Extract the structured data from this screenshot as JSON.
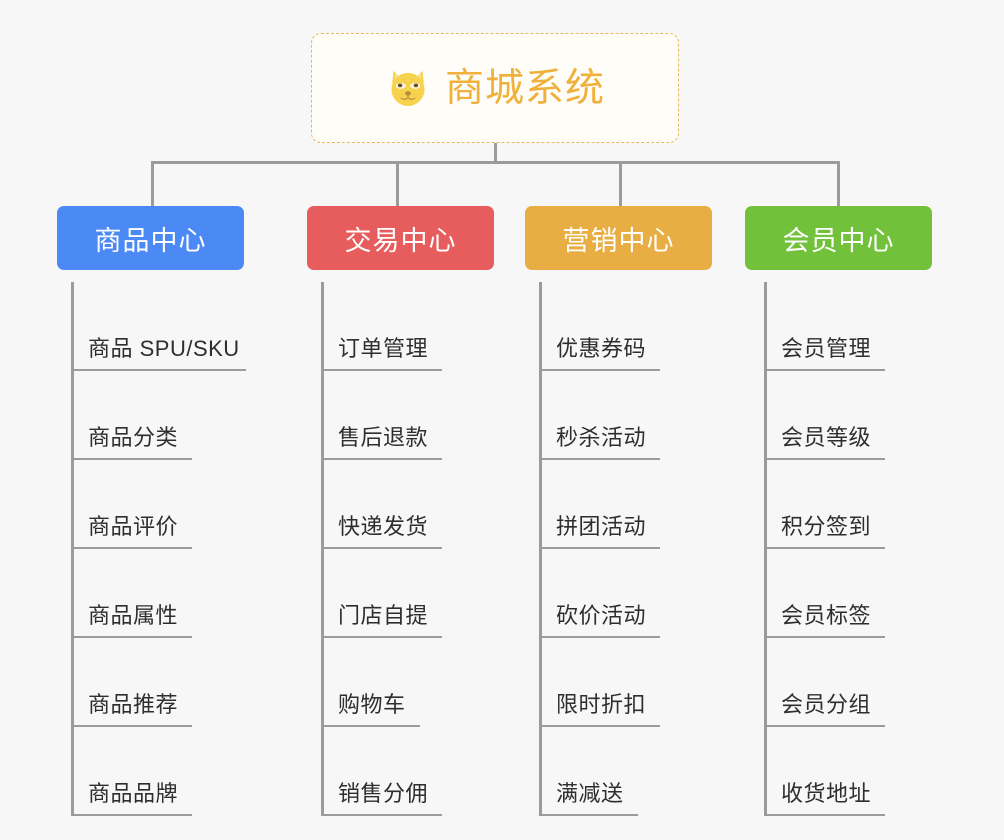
{
  "diagram": {
    "type": "mind-map",
    "background_color": "#f7f7f7",
    "connector_color": "#9b9b9b",
    "root": {
      "title": "商城系统",
      "icon": "shiba-dog-icon",
      "text_color": "#f0b03c",
      "border_color": "#e8b761",
      "background_color": "#fffdf8"
    },
    "branches": [
      {
        "label": "商品中心",
        "color": "#4b8af4",
        "items": [
          "商品 SPU/SKU",
          "商品分类",
          "商品评价",
          "商品属性",
          "商品推荐",
          "商品品牌"
        ]
      },
      {
        "label": "交易中心",
        "color": "#e75c5c",
        "items": [
          "订单管理",
          "售后退款",
          "快递发货",
          "门店自提",
          "购物车",
          "销售分佣"
        ]
      },
      {
        "label": "营销中心",
        "color": "#e9ae43",
        "items": [
          "优惠券码",
          "秒杀活动",
          "拼团活动",
          "砍价活动",
          "限时折扣",
          "满减送"
        ]
      },
      {
        "label": "会员中心",
        "color": "#72c13b",
        "items": [
          "会员管理",
          "会员等级",
          "积分签到",
          "会员标签",
          "会员分组",
          "收货地址"
        ]
      }
    ]
  }
}
